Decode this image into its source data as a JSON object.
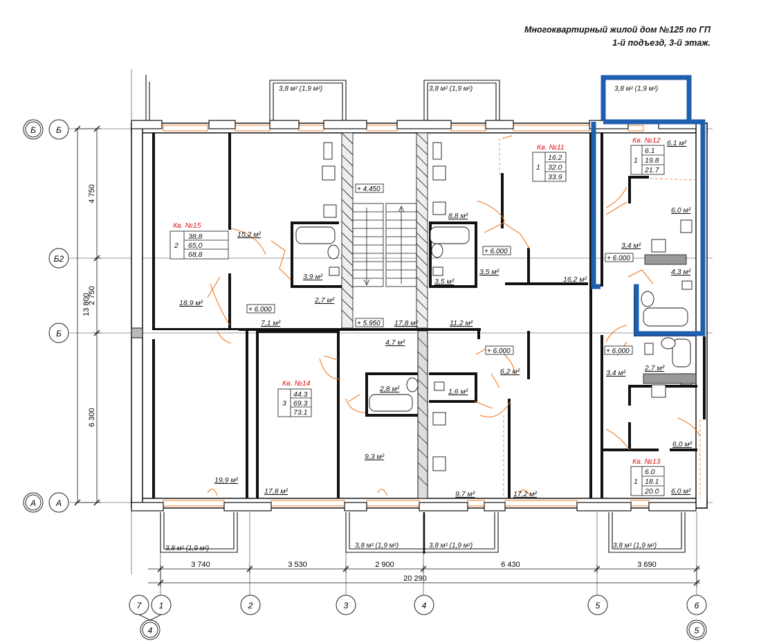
{
  "header": {
    "line1": "Многоквартирный жилой дом №125 по ГП",
    "line2": "1-й подъезд, 3-й этаж."
  },
  "colors": {
    "walls": "#111111",
    "doors": "#f07820",
    "apartment_label": "#e01010",
    "highlight": "#1f5fb0"
  },
  "axes": {
    "left": [
      "Б",
      "Б2",
      "Б",
      "А"
    ],
    "left_outer": [
      "Б",
      "А"
    ],
    "bottom": [
      "7",
      "1",
      "2",
      "3",
      "4",
      "5",
      "6"
    ],
    "bottom_second": [
      "4",
      "5"
    ]
  },
  "dims": {
    "vertical_total": "13 800",
    "vertical_parts": [
      "4 750",
      "2 750",
      "6 300"
    ],
    "horizontal_parts": [
      "3 740",
      "3 530",
      "2 900",
      "6 430",
      "3 690"
    ],
    "horizontal_total": "20 290"
  },
  "balconies": {
    "top1": "3,8 м² (1,9 м²)",
    "top2": "3,8 м² (1,9 м²)",
    "top3": "3,8 м² (1,9 м²)",
    "bot1": "3,8 м² (1,9 м²)",
    "bot2": "3,8 м² (1,9 м²)",
    "bot3": "3,8 м² (1,9 м²)",
    "bot4": "3,8 м² (1,9 м²)"
  },
  "apartments": {
    "a15": {
      "title": "Кв. №15",
      "rooms": "2",
      "v1": "38,8",
      "v2": "65,0",
      "v3": "68,8"
    },
    "a14": {
      "title": "Кв. №14",
      "rooms": "3",
      "v1": "44.3",
      "v2": "69.3",
      "v3": "73.1"
    },
    "a11": {
      "title": "Кв. №11",
      "rooms": "1",
      "v1": "16.2",
      "v2": "32.0",
      "v3": "33.9"
    },
    "a12": {
      "title": "Кв. №12",
      "rooms": "1",
      "v1": "6.1",
      "v2": "19.8",
      "v3": "21.7"
    },
    "a13": {
      "title": "Кв. №13",
      "rooms": "1",
      "v1": "6.0",
      "v2": "18.1",
      "v3": "20.0"
    }
  },
  "areas": {
    "r1": "15,2 м²",
    "r2": "18,9 м²",
    "r3": "3,9 м²",
    "r4": "2,7 м²",
    "r5": "7,1 м²",
    "r6": "17,8 м²",
    "r7": "11,2 м²",
    "r8": "8,8 м²",
    "r9": "3,5 м²",
    "r10": "3,5 м²",
    "r11": "16,2 м²",
    "r12": "6,1 м²",
    "r13": "6,0 м²",
    "r14": "3,4 м²",
    "r15": "4,3 м²",
    "r16": "4,7 м²",
    "r17": "2,8 м²",
    "r18": "1,6 м²",
    "r19": "6,2 м²",
    "r20": "9,3 м²",
    "r21": "19,9 м²",
    "r22": "17,8 м²",
    "r23": "9,7 м²",
    "r24": "17,2 м²",
    "r25": "2,7 м²",
    "r26": "3,4 м²",
    "r27": "6,0 м²",
    "r28": "6,0 м²"
  },
  "levels": {
    "l1": "+ 4.450",
    "l2": "+ 5.950",
    "l3": "+ 6.000",
    "l4": "+ 6.000",
    "l5": "+ 6.000",
    "l6": "+ 6.000",
    "l7": "+ 6.000"
  }
}
